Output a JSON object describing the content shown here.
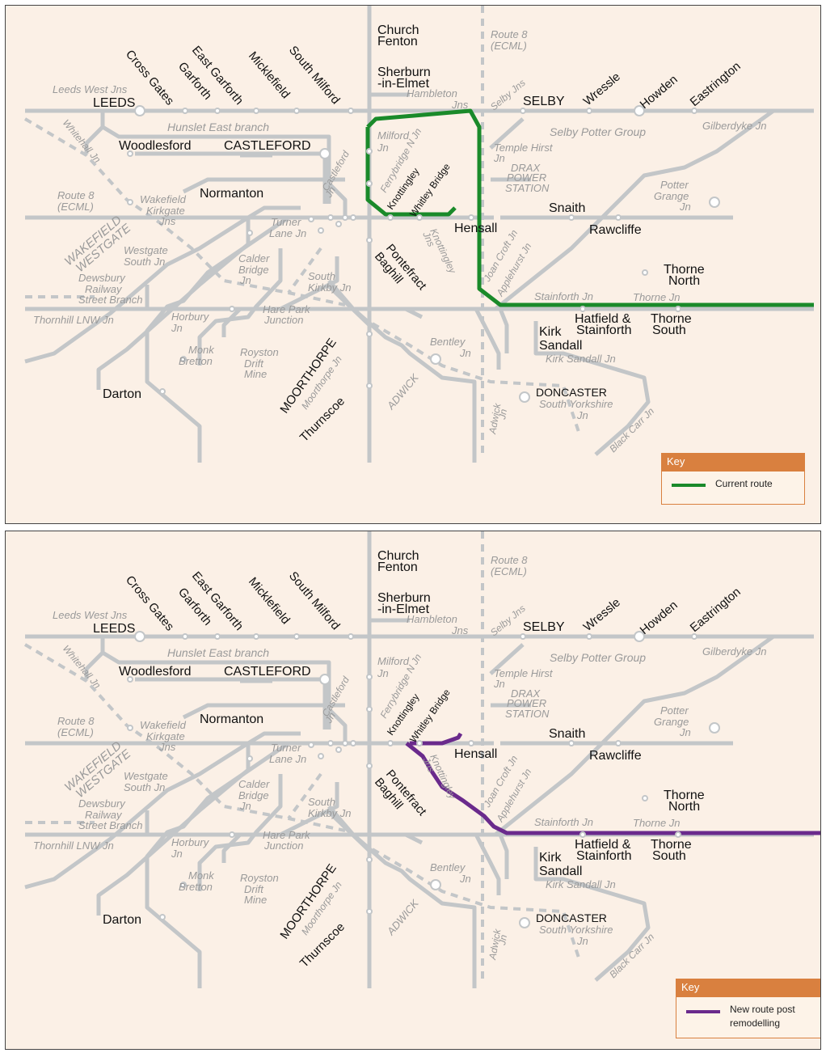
{
  "panels": [
    {
      "id": "current",
      "route_color": "#1a8a2a",
      "key_title": "Key",
      "key_label": "Current route"
    },
    {
      "id": "new",
      "route_color": "#6a2a8c",
      "key_title": "Key",
      "key_label": "New route post remodelling"
    }
  ],
  "labels": [
    {
      "text": "Church",
      "cls": "big"
    },
    {
      "text": "Fenton",
      "cls": "big"
    },
    {
      "text": "Sherburn",
      "cls": "big"
    },
    {
      "text": "-in-Elmet",
      "cls": "big"
    },
    {
      "text": "Route 8",
      "cls": "grey"
    },
    {
      "text": "(ECML)",
      "cls": "grey"
    },
    {
      "text": "Cross Gates",
      "cls": "big"
    },
    {
      "text": "Garforth",
      "cls": "big"
    },
    {
      "text": "East Garforth",
      "cls": "big"
    },
    {
      "text": "Micklefield",
      "cls": "big"
    },
    {
      "text": "South Milford",
      "cls": "big"
    },
    {
      "text": "Leeds West Jns",
      "cls": "grey"
    },
    {
      "text": "LEEDS",
      "cls": "big"
    },
    {
      "text": "Hambleton",
      "cls": "grey"
    },
    {
      "text": "Jns",
      "cls": "grey"
    },
    {
      "text": "Selby Jns",
      "cls": "grey"
    },
    {
      "text": "SELBY",
      "cls": "big"
    },
    {
      "text": "Wressle",
      "cls": "big"
    },
    {
      "text": "Howden",
      "cls": "big"
    },
    {
      "text": "Eastrington",
      "cls": "big"
    },
    {
      "text": "Hunslet East branch",
      "cls": "grey"
    },
    {
      "text": "Whitehall Jn",
      "cls": "grey"
    },
    {
      "text": "Woodlesford",
      "cls": "big"
    },
    {
      "text": "CASTLEFORD",
      "cls": "big"
    },
    {
      "text": "Milford",
      "cls": "grey"
    },
    {
      "text": "Jn",
      "cls": "grey"
    },
    {
      "text": "Ferrybridge N Jn",
      "cls": "grey"
    },
    {
      "text": "Selby Potter Group",
      "cls": "grey"
    },
    {
      "text": "Gilberdyke Jn",
      "cls": "grey"
    },
    {
      "text": "Temple Hirst",
      "cls": "grey"
    },
    {
      "text": "Jn",
      "cls": "grey"
    },
    {
      "text": "DRAX",
      "cls": "grey"
    },
    {
      "text": "POWER",
      "cls": "grey"
    },
    {
      "text": "STATION",
      "cls": "grey"
    },
    {
      "text": "Castleford",
      "cls": "grey"
    },
    {
      "text": "Jn",
      "cls": "grey"
    },
    {
      "text": "Knottingley",
      "cls": "big"
    },
    {
      "text": "Whitley Bridge",
      "cls": "big"
    },
    {
      "text": "Potter",
      "cls": "grey"
    },
    {
      "text": "Grange",
      "cls": "grey"
    },
    {
      "text": "Jn",
      "cls": "grey"
    },
    {
      "text": "Route 8",
      "cls": "grey"
    },
    {
      "text": "(ECML)",
      "cls": "grey"
    },
    {
      "text": "Wakefield",
      "cls": "grey"
    },
    {
      "text": "Kirkgate",
      "cls": "grey"
    },
    {
      "text": "Jns",
      "cls": "grey"
    },
    {
      "text": "Normanton",
      "cls": "big"
    },
    {
      "text": "Snaith",
      "cls": "big"
    },
    {
      "text": "WAKEFIELD",
      "cls": "grey"
    },
    {
      "text": "WESTGATE",
      "cls": "grey"
    },
    {
      "text": "Turner",
      "cls": "grey"
    },
    {
      "text": "Lane Jn",
      "cls": "grey"
    },
    {
      "text": "Hensall",
      "cls": "big"
    },
    {
      "text": "Rawcliffe",
      "cls": "big"
    },
    {
      "text": "Knottingley",
      "cls": "grey"
    },
    {
      "text": "Jns",
      "cls": "grey"
    },
    {
      "text": "Westgate",
      "cls": "grey"
    },
    {
      "text": "South Jn",
      "cls": "grey"
    },
    {
      "text": "Pontefract",
      "cls": "big"
    },
    {
      "text": "Baghill",
      "cls": "big"
    },
    {
      "text": "Joan Croft Jn",
      "cls": "grey"
    },
    {
      "text": "Applehurst Jn",
      "cls": "grey"
    },
    {
      "text": "Calder",
      "cls": "grey"
    },
    {
      "text": "Bridge",
      "cls": "grey"
    },
    {
      "text": "Jn",
      "cls": "grey"
    },
    {
      "text": "Thorne",
      "cls": "big"
    },
    {
      "text": "North",
      "cls": "big"
    },
    {
      "text": "Dewsbury",
      "cls": "grey"
    },
    {
      "text": "Railway",
      "cls": "grey"
    },
    {
      "text": "Street Branch",
      "cls": "grey"
    },
    {
      "text": "South",
      "cls": "grey"
    },
    {
      "text": "Kirkby Jn",
      "cls": "grey"
    },
    {
      "text": "Stainforth Jn",
      "cls": "grey"
    },
    {
      "text": "Thorne Jn",
      "cls": "grey"
    },
    {
      "text": "Thornhill LNW Jn",
      "cls": "grey"
    },
    {
      "text": "Horbury",
      "cls": "grey"
    },
    {
      "text": "Jn",
      "cls": "grey"
    },
    {
      "text": "Hare Park",
      "cls": "grey"
    },
    {
      "text": "Junction",
      "cls": "grey"
    },
    {
      "text": "Hatfield &",
      "cls": "big"
    },
    {
      "text": "Stainforth",
      "cls": "big"
    },
    {
      "text": "Thorne",
      "cls": "big"
    },
    {
      "text": "South",
      "cls": "big"
    },
    {
      "text": "Kirk",
      "cls": "big"
    },
    {
      "text": "Sandall",
      "cls": "big"
    },
    {
      "text": "Bentley",
      "cls": "grey"
    },
    {
      "text": "Jn",
      "cls": "grey"
    },
    {
      "text": "Monk",
      "cls": "grey"
    },
    {
      "text": "Bretton",
      "cls": "grey"
    },
    {
      "text": "Royston",
      "cls": "grey"
    },
    {
      "text": "Drift",
      "cls": "grey"
    },
    {
      "text": "Mine",
      "cls": "grey"
    },
    {
      "text": "Kirk Sandall Jn",
      "cls": "grey"
    },
    {
      "text": "MOORTHORPE",
      "cls": "big"
    },
    {
      "text": "Moorthorpe Jn",
      "cls": "grey"
    },
    {
      "text": "Darton",
      "cls": "big"
    },
    {
      "text": "DONCASTER",
      "cls": "big"
    },
    {
      "text": "South Yorkshire",
      "cls": "grey"
    },
    {
      "text": "Jn",
      "cls": "grey"
    },
    {
      "text": "ADWICK",
      "cls": "grey"
    },
    {
      "text": "Adwick",
      "cls": "grey"
    },
    {
      "text": "Jn",
      "cls": "grey"
    },
    {
      "text": "Black Carr Jn",
      "cls": "grey"
    },
    {
      "text": "Thurnscoe",
      "cls": "big"
    }
  ]
}
